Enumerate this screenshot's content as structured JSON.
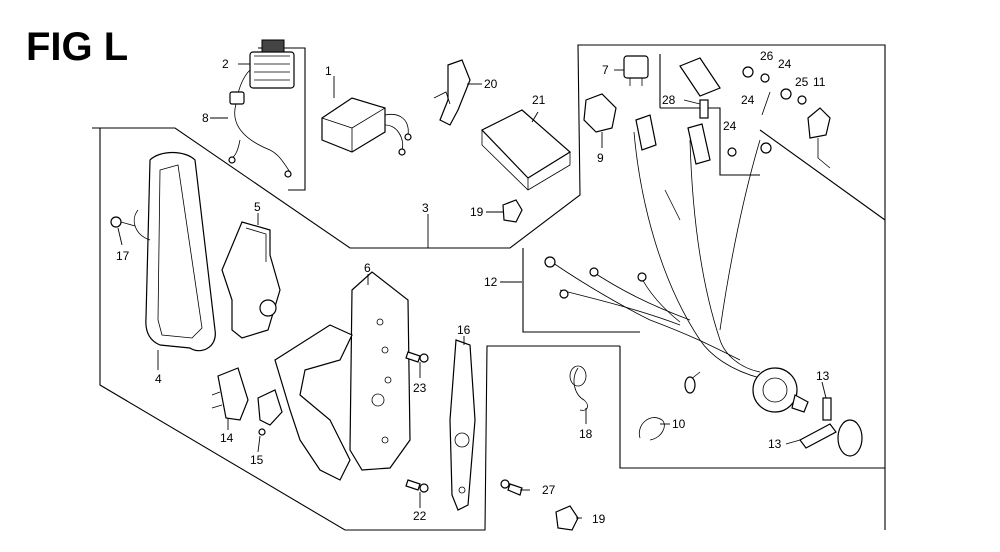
{
  "figure": {
    "title": "FIG L"
  },
  "callouts": [
    {
      "id": "c1",
      "text": "1"
    },
    {
      "id": "c2",
      "text": "2"
    },
    {
      "id": "c3",
      "text": "3"
    },
    {
      "id": "c4",
      "text": "4"
    },
    {
      "id": "c5",
      "text": "5"
    },
    {
      "id": "c6",
      "text": "6"
    },
    {
      "id": "c7",
      "text": "7"
    },
    {
      "id": "c8",
      "text": "8"
    },
    {
      "id": "c9",
      "text": "9"
    },
    {
      "id": "c10",
      "text": "10"
    },
    {
      "id": "c11",
      "text": "11"
    },
    {
      "id": "c12",
      "text": "12"
    },
    {
      "id": "c13a",
      "text": "13"
    },
    {
      "id": "c13b",
      "text": "13"
    },
    {
      "id": "c14",
      "text": "14"
    },
    {
      "id": "c15",
      "text": "15"
    },
    {
      "id": "c16",
      "text": "16"
    },
    {
      "id": "c17",
      "text": "17"
    },
    {
      "id": "c18",
      "text": "18"
    },
    {
      "id": "c19a",
      "text": "19"
    },
    {
      "id": "c19b",
      "text": "19"
    },
    {
      "id": "c20",
      "text": "20"
    },
    {
      "id": "c21",
      "text": "21"
    },
    {
      "id": "c22",
      "text": "22"
    },
    {
      "id": "c23",
      "text": "23"
    },
    {
      "id": "c24a",
      "text": "24"
    },
    {
      "id": "c24b",
      "text": "24"
    },
    {
      "id": "c24c",
      "text": "24"
    },
    {
      "id": "c25",
      "text": "25"
    },
    {
      "id": "c26",
      "text": "26"
    },
    {
      "id": "c27",
      "text": "27"
    },
    {
      "id": "c28",
      "text": "28"
    }
  ]
}
